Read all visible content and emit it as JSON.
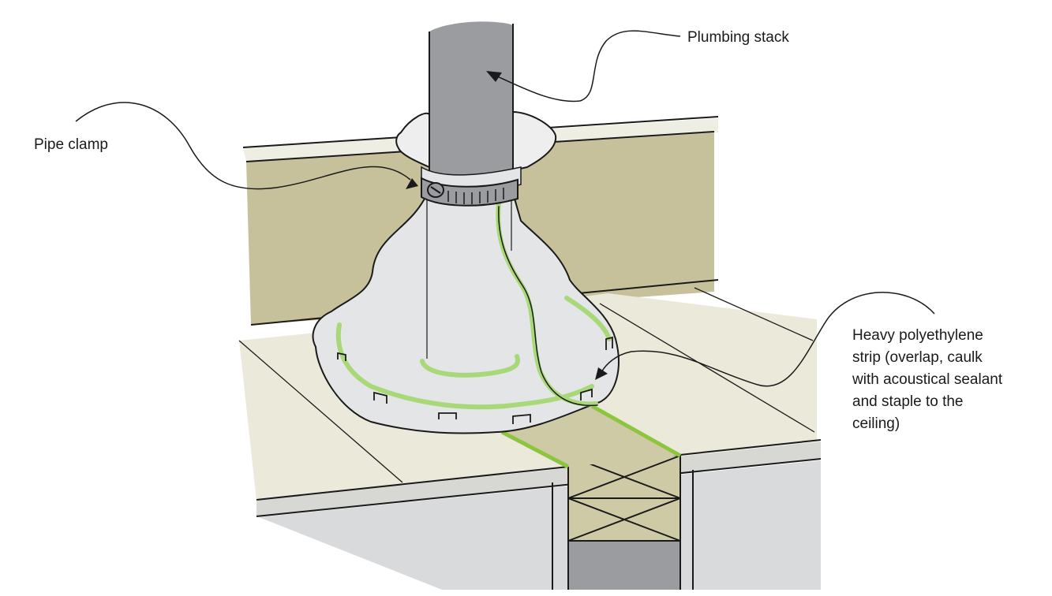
{
  "labels": {
    "plumbing_stack": "Plumbing stack",
    "pipe_clamp": "Pipe clamp",
    "poly_strip_lines": [
      "Heavy polyethylene",
      "strip (overlap, caulk",
      "with acoustical sealant",
      "and staple to the",
      "ceiling)"
    ]
  },
  "colors": {
    "wall": "#c6c19b",
    "ceiling": "#ebe9d9",
    "pipe": "#9a9ca0",
    "poly": "#e4e5e6",
    "caulk": "#a9d878",
    "joist": "#cfcaa6",
    "shadow": "#d9dadb",
    "ink": "#1a1a1a"
  }
}
